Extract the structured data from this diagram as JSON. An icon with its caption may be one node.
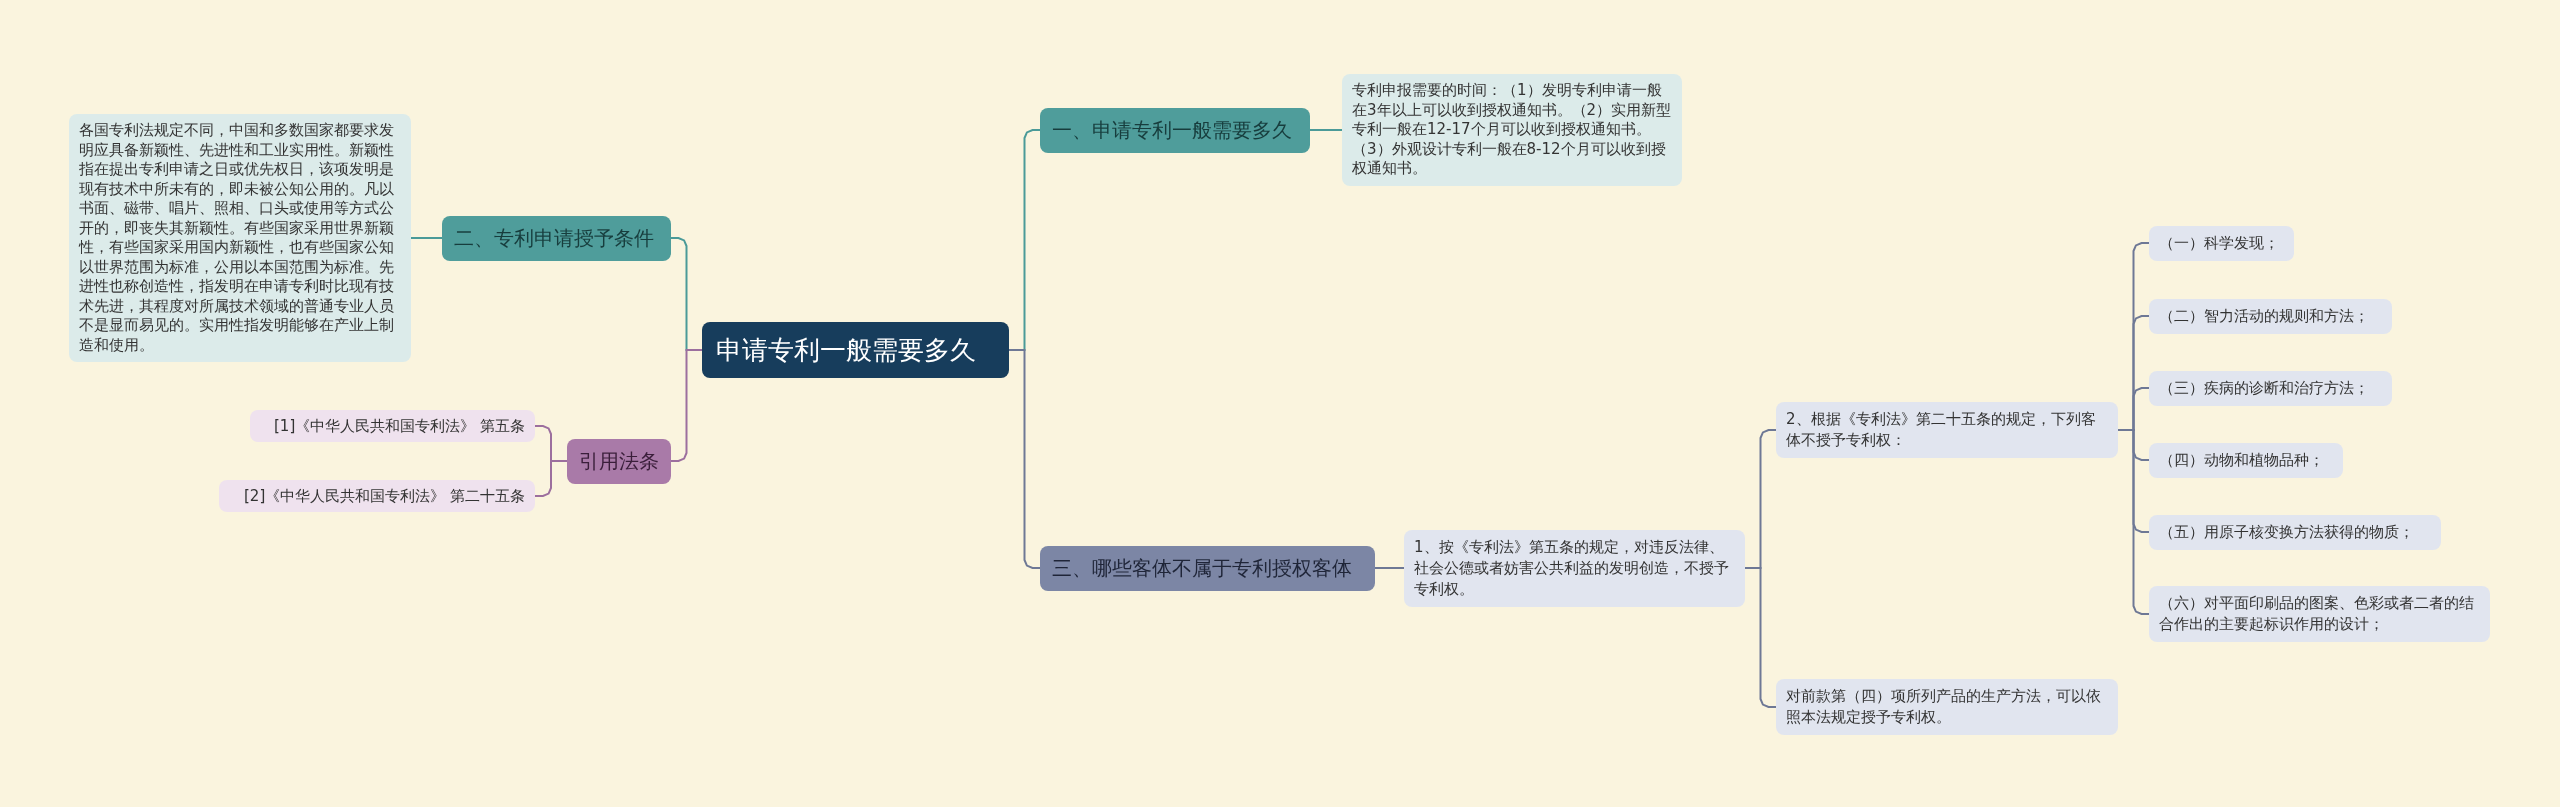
{
  "diagram": {
    "nodes": [
      {
        "text": [
          "申请专利一般需要多久"
        ]
      },
      {
        "text": [
          "一、申请专利一般需要多久"
        ]
      },
      {
        "text": [
          "专利申报需要的时间：（1）发明专利申请一般在3年以上可以收到授权通知书。（2）实用新型专利一般在12-17个月可以收到授权通知书。（3）外观设计专利一般在8-12个月可以收到授权通知书。"
        ]
      },
      {
        "text": [
          "二、专利申请授予条件"
        ]
      },
      {
        "text": [
          "各国专利法规定不同，中国和多数国家都要求发明应具备新颖性、先进性和工业实用性。新颖性指在提出专利申请之日或优先权日，该项发明是现有技术中所未有的，即未被公知公用的。凡以书面、磁带、唱片、照相、口头或使用等方式公开的，即丧失其新颖性。有些国家采用世界新颖性，有些国家采用国内新颖性，也有些国家公知以世界范围为标准，公用以本国范围为标准。先进性也称创造性，指发明在申请专利时比现有技术先进，其程度对所属技术领域的普通专业人员不是显而易见的。实用性指发明能够在产业上制造和使用。"
        ]
      },
      {
        "text": [
          "引用法条"
        ]
      },
      {
        "text": [
          "[1]《中华人民共和国专利法》 第五条"
        ]
      },
      {
        "text": [
          "[2]《中华人民共和国专利法》 第二十五条"
        ]
      },
      {
        "text": [
          "三、哪些客体不属于专利授权客体"
        ]
      },
      {
        "text": [
          "1、按《专利法》第五条的规定，对违反法律、社会公德或者妨害公共利益的发明创造，不授予专利权。"
        ]
      },
      {
        "text": [
          "2、根据《专利法》第二十五条的规定，下列客体不授予专利权："
        ]
      },
      {
        "text": [
          "（一）科学发现；"
        ]
      },
      {
        "text": [
          "（二）智力活动的规则和方法；"
        ]
      },
      {
        "text": [
          "（三）疾病的诊断和治疗方法；"
        ]
      },
      {
        "text": [
          "（四）动物和植物品种；"
        ]
      },
      {
        "text": [
          "（五）用原子核变换方法获得的物质；"
        ]
      },
      {
        "text": [
          "（六）对平面印刷品的图案、色彩或者二者的结合作出的主要起标识作用的设计；"
        ]
      },
      {
        "text": [
          "对前款第（四）项所列产品的生产方法，可以依照本法规定授予专利权。"
        ]
      }
    ],
    "edges": [
      {
        "from": 0,
        "to": 1,
        "arrow": "none",
        "color": "#4a9a98"
      },
      {
        "from": 1,
        "to": 2,
        "arrow": "none",
        "color": "#4a9a98"
      },
      {
        "from": 0,
        "to": 3,
        "arrow": "none",
        "color": "#4a9a98"
      },
      {
        "from": 3,
        "to": 4,
        "arrow": "none",
        "color": "#4a9a98"
      },
      {
        "from": 0,
        "to": 5,
        "arrow": "none",
        "color": "#9c6f9e"
      },
      {
        "from": 5,
        "to": 6,
        "arrow": "none",
        "color": "#9c6f9e"
      },
      {
        "from": 5,
        "to": 7,
        "arrow": "none",
        "color": "#9c6f9e"
      },
      {
        "from": 0,
        "to": 8,
        "arrow": "none"
      },
      {
        "from": 8,
        "to": 9,
        "arrow": "none"
      },
      {
        "from": 9,
        "to": 10,
        "arrow": "none"
      },
      {
        "from": 10,
        "to": 11,
        "arrow": "none"
      },
      {
        "from": 10,
        "to": 12,
        "arrow": "none"
      },
      {
        "from": 10,
        "to": 13,
        "arrow": "none"
      },
      {
        "from": 10,
        "to": 14,
        "arrow": "none"
      },
      {
        "from": 10,
        "to": 15,
        "arrow": "none"
      },
      {
        "from": 10,
        "to": 16,
        "arrow": "none"
      },
      {
        "from": 9,
        "to": 17,
        "arrow": "none"
      }
    ]
  }
}
